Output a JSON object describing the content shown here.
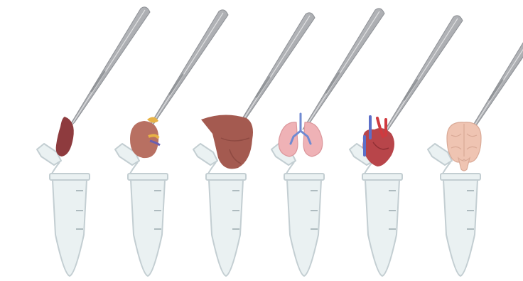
{
  "figure": {
    "kind": "tissue-collection-illustration",
    "background_color": "#ffffff"
  },
  "colors": {
    "tweezer_light": "#d9dadc",
    "tweezer_mid": "#a9abaf",
    "tweezer_dark": "#7c7f84",
    "tube_fill": "#eaf1f2",
    "tube_stroke": "#c3ced2",
    "tube_mark": "#9aa9ae",
    "spleen": "#8e3b3e",
    "kidney": "#b87062",
    "kidney_adrenal": "#e7b246",
    "kidney_vessel": "#6b5fb0",
    "liver": "#a45a50",
    "liver_shade": "#8e4a42",
    "lung": "#efb2b6",
    "lung_shade": "#dc979c",
    "airway": "#6f8ad2",
    "heart": "#b8454a",
    "heart_vessel_blue": "#5c6fc8",
    "heart_vessel_red": "#cf3a3f",
    "brain": "#efc4b2",
    "brain_shade": "#d9a996"
  },
  "samples": [
    {
      "organ": "spleen",
      "organ_icon": "spleen-icon"
    },
    {
      "organ": "kidney",
      "organ_icon": "kidney-icon"
    },
    {
      "organ": "liver",
      "organ_icon": "liver-icon"
    },
    {
      "organ": "lungs",
      "organ_icon": "lungs-icon"
    },
    {
      "organ": "heart",
      "organ_icon": "heart-icon"
    },
    {
      "organ": "brain",
      "organ_icon": "brain-icon"
    }
  ]
}
